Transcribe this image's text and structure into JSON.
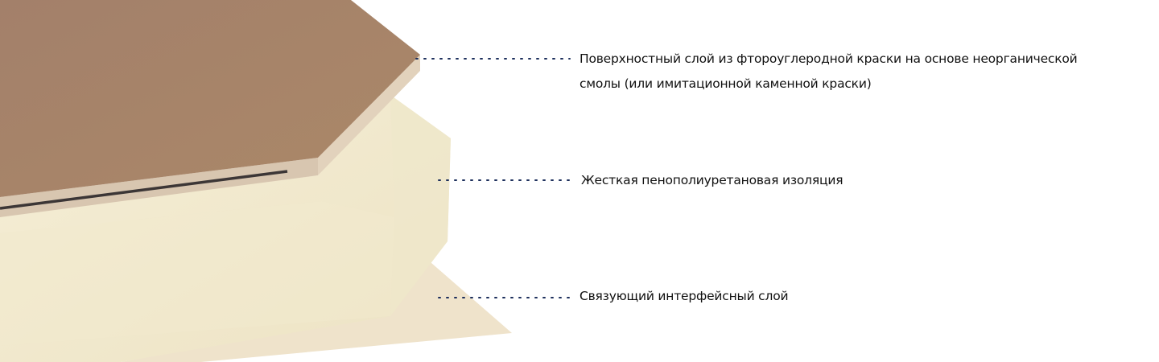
{
  "layers": [
    {
      "label_line1": "Поверхностный слой из фтороуглеродной краски на основе неорганической",
      "label_line2": "смолы (или имитационной каменной краски)",
      "color": "#a6826a"
    },
    {
      "label": "Жесткая пенополиуретановая изоляция",
      "color": "#f3ecd2"
    },
    {
      "label": "Связующий интерфейсный слой",
      "color": "#efe4cc"
    }
  ],
  "leader_color": "#1d2f5c"
}
